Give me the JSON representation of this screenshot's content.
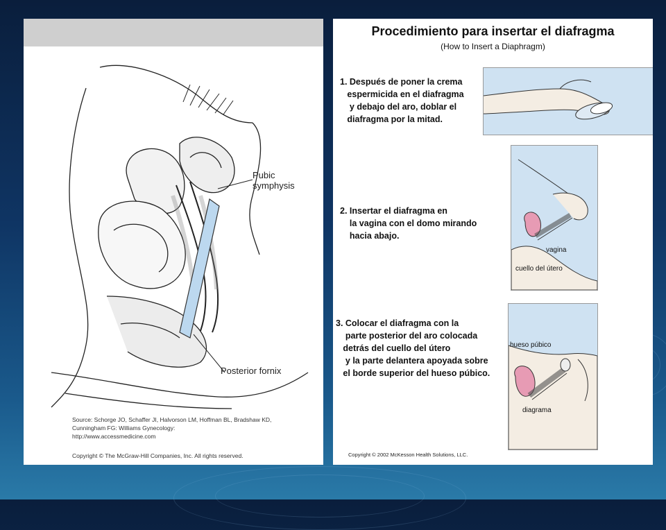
{
  "left_figure": {
    "labels": {
      "pubic_symphysis": [
        "Pubic",
        "symphysis"
      ],
      "posterior_fornix": "Posterior fornix"
    },
    "source_text": "Source: Schorge JO, Schaffer JI, Halvorson LM, Hoffman BL, Bradshaw KD, Cunningham FG: Williams Gynecology:",
    "source_url": "http://www.accessmedicine.com",
    "copyright": "Copyright © The McGraw-Hill Companies, Inc. All rights reserved."
  },
  "right_figure": {
    "title": "Procedimiento para insertar el diafragma",
    "subtitle": "(How to Insert a Diaphragm)",
    "steps": [
      {
        "text": "1. Después de poner la crema\n   espermicida en el diafragma\n    y debajo del aro, doblar el\n   diafragma por la mitad."
      },
      {
        "text": "2. Insertar el diafragma en\n    la vagina con el domo mirando\n    hacia abajo.",
        "labels": [
          "vagina",
          "cuello del útero"
        ]
      },
      {
        "text": "3. Colocar el diafragma con la\n    parte posterior del aro colocada\n   detrás del cuello del útero\n    y la parte delantera apoyada sobre\n   el borde superior del hueso púbico.",
        "labels": [
          "hueso púbico",
          "diagrama"
        ]
      }
    ],
    "copyright": "Copyright © 2002 McKesson Health Solutions, LLC."
  }
}
